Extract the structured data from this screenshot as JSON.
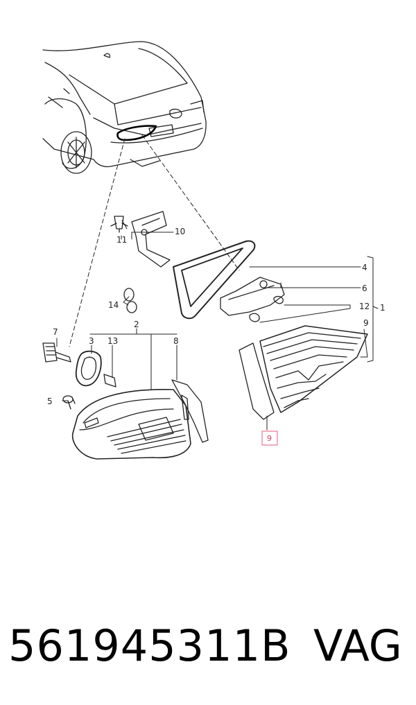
{
  "diagram": {
    "callouts": {
      "c1": "1",
      "c2": "2",
      "c3": "3",
      "c4": "4",
      "c5": "5",
      "c6": "6",
      "c7": "7",
      "c8": "8",
      "c9": "9",
      "c9_highlight": "9",
      "c10": "10",
      "c11": "11",
      "c12": "12",
      "c13": "13",
      "c14": "14"
    },
    "highlight_color": "#e87a95"
  },
  "footer": {
    "part_number": "561945311B",
    "brand": "VAG"
  }
}
